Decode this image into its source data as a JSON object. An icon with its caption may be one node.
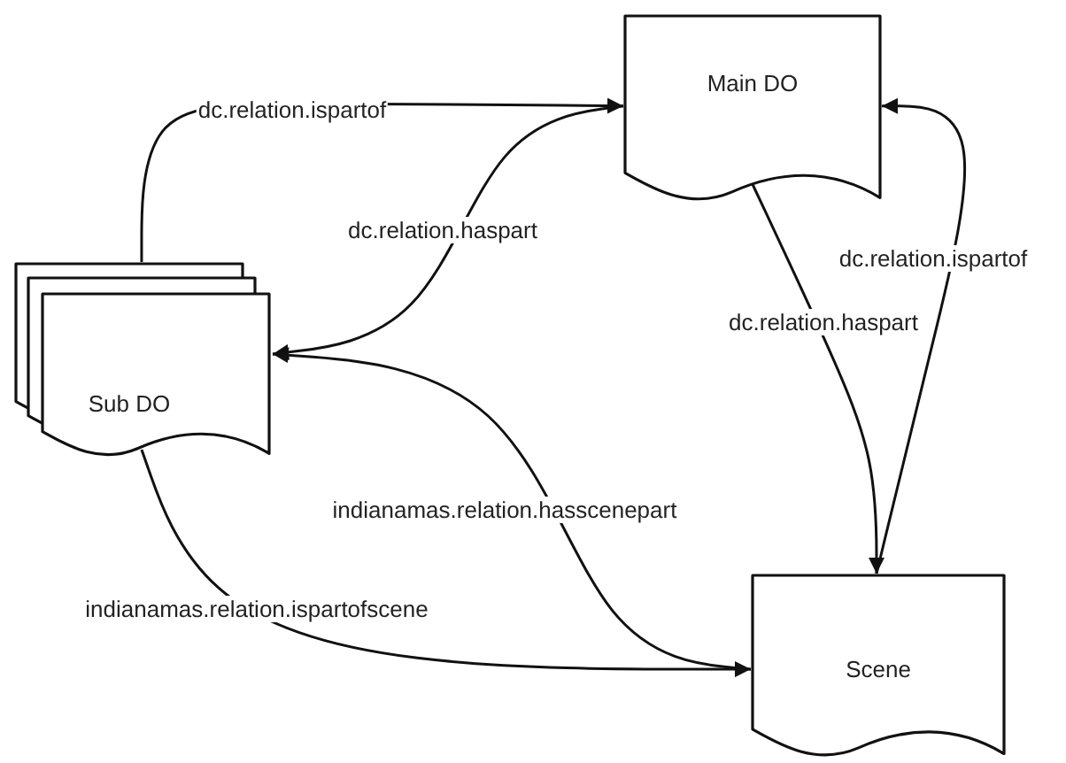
{
  "diagram": {
    "nodes": [
      {
        "text": [
          "Main DO"
        ]
      },
      {
        "text": [
          "Sub DO"
        ]
      },
      {
        "text": [
          "Scene"
        ]
      }
    ],
    "edges": [
      {
        "from": 1,
        "to": 0,
        "arrow": "to",
        "label": "dc.relation.ispartof"
      },
      {
        "from": 0,
        "to": 1,
        "arrow": "to",
        "label": "dc.relation.haspart"
      },
      {
        "from": 0,
        "to": 2,
        "arrow": "to",
        "label": "dc.relation.haspart"
      },
      {
        "from": 2,
        "to": 0,
        "arrow": "to",
        "label": "dc.relation.ispartof"
      },
      {
        "from": 2,
        "to": 1,
        "arrow": "to",
        "label": "indianamas.relation.hasscenepart"
      },
      {
        "from": 1,
        "to": 2,
        "arrow": "to",
        "label": "indianamas.relation.ispartofscene"
      }
    ]
  }
}
